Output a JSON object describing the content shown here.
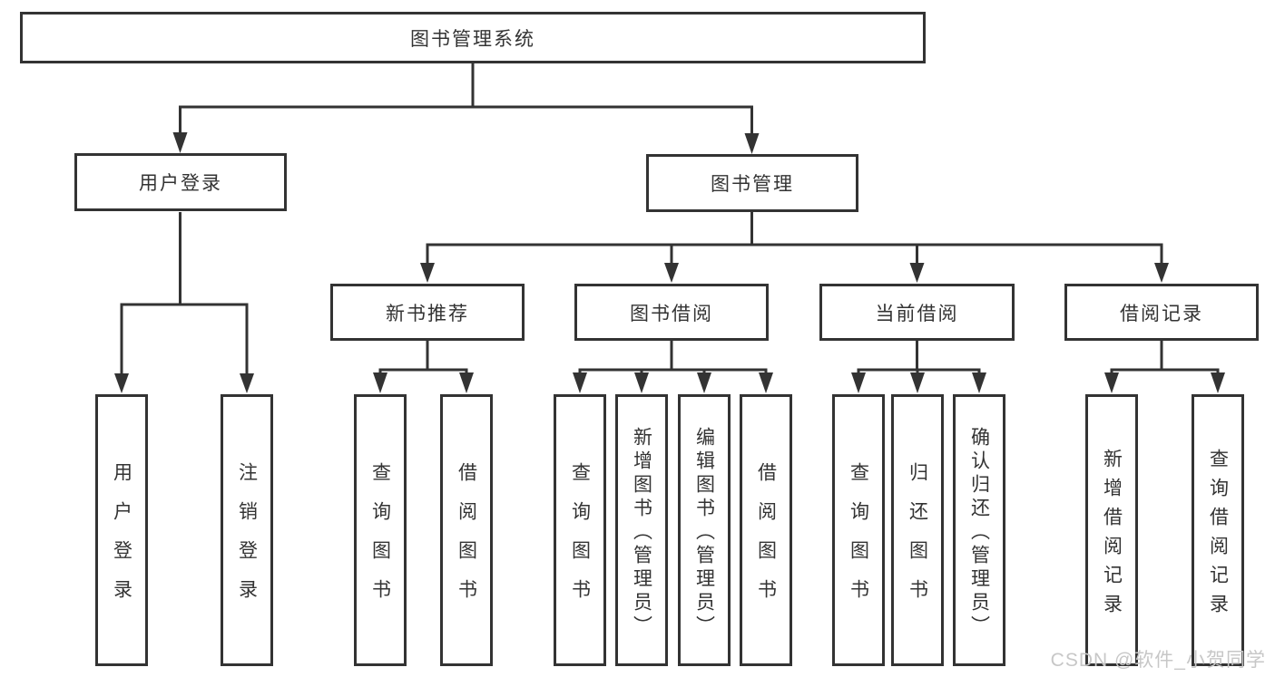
{
  "diagram": {
    "root": {
      "label": "图书管理系统"
    },
    "level2": [
      {
        "label": "用户登录"
      },
      {
        "label": "图书管理"
      }
    ],
    "level3": [
      {
        "label": "新书推荐"
      },
      {
        "label": "图书借阅"
      },
      {
        "label": "当前借阅"
      },
      {
        "label": "借阅记录"
      }
    ],
    "leaves": {
      "user_login": [
        {
          "label": "用户登录"
        },
        {
          "label": "注销登录"
        }
      ],
      "new_book": [
        {
          "label": "查询图书"
        },
        {
          "label": "借阅图书"
        }
      ],
      "book_borrow": [
        {
          "label": "查询图书"
        },
        {
          "label": "新增图书（管理员）"
        },
        {
          "label": "编辑图书（管理员）"
        },
        {
          "label": "借阅图书"
        }
      ],
      "current_borrow": [
        {
          "label": "查询图书"
        },
        {
          "label": "归还图书"
        },
        {
          "label": "确认归还（管理员）"
        }
      ],
      "borrow_record": [
        {
          "label": "新增借阅记录"
        },
        {
          "label": "查询借阅记录"
        }
      ]
    }
  },
  "watermark": "CSDN @软件_小贺同学",
  "colors": {
    "line": "#333333",
    "text": "#333333",
    "watermark": "#c7c7c7",
    "background": "#ffffff"
  }
}
